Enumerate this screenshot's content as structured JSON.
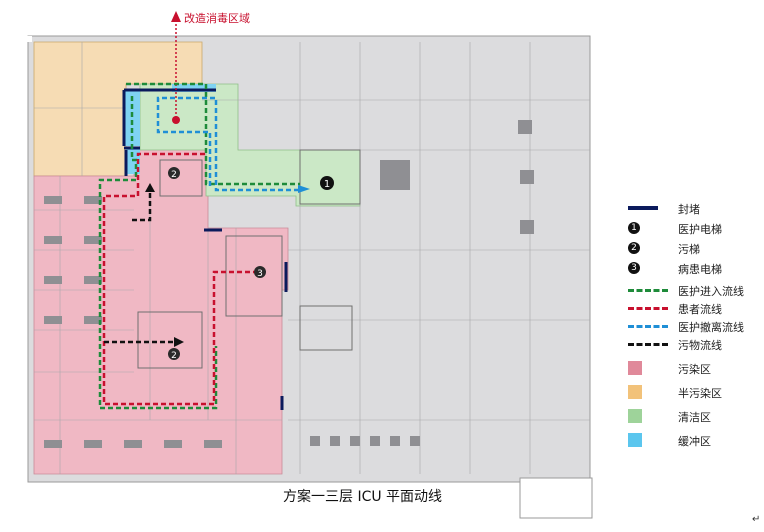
{
  "annotation": {
    "top_label": "改造消毒区域",
    "plan_title": "方案一三层 ICU 平面动线",
    "return_mark": "↵"
  },
  "elevator_labels": [
    "1",
    "2",
    "3",
    "2"
  ],
  "legend": {
    "items": [
      {
        "id": "seal",
        "label": "封堵",
        "kind": "bar",
        "color": "#0b1a5c"
      },
      {
        "id": "staff-elevator",
        "label": "医护电梯",
        "kind": "num",
        "num": "1"
      },
      {
        "id": "dirty-elevator",
        "label": "污梯",
        "kind": "num",
        "num": "2"
      },
      {
        "id": "patient-elevator",
        "label": "病患电梯",
        "kind": "num",
        "num": "3"
      },
      {
        "id": "staff-in-flow",
        "label": "医护进入流线",
        "kind": "dash",
        "color": "#1e8b3a"
      },
      {
        "id": "patient-flow",
        "label": "患者流线",
        "kind": "dash",
        "color": "#c8102e"
      },
      {
        "id": "staff-out-flow",
        "label": "医护撤离流线",
        "kind": "dash",
        "color": "#1f8fd6"
      },
      {
        "id": "waste-flow",
        "label": "污物流线",
        "kind": "dash",
        "color": "#111111"
      },
      {
        "id": "contaminated-zone",
        "label": "污染区",
        "kind": "swatch",
        "color": "#e0899a"
      },
      {
        "id": "semi-contaminated-zone",
        "label": "半污染区",
        "kind": "swatch",
        "color": "#f2c27a"
      },
      {
        "id": "clean-zone",
        "label": "清洁区",
        "kind": "swatch",
        "color": "#9ed39a"
      },
      {
        "id": "buffer-zone",
        "label": "缓冲区",
        "kind": "swatch",
        "color": "#5bc6ee"
      }
    ]
  },
  "colors": {
    "gray_area": "#d9d9db",
    "contaminated": "#f0b8c4",
    "semi_contaminated": "#f6dcb4",
    "clean": "#cbe8c6",
    "buffer": "#7fd3f2",
    "wall": "#9a9a9a"
  }
}
